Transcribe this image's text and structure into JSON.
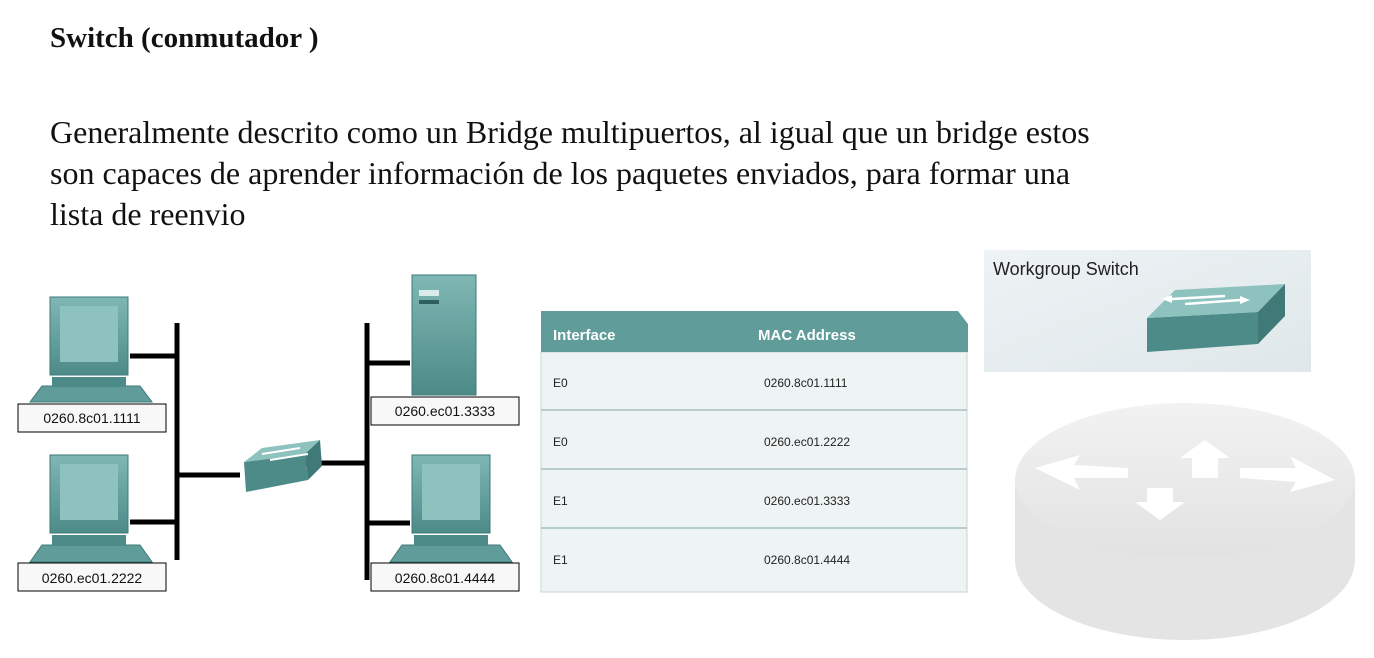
{
  "slide": {
    "title": "Switch (conmutador )",
    "description_lines": [
      "Generalmente descrito como un Bridge multipuertos, al igual que un bridge  estos",
      "son capaces de aprender información de los paquetes enviados, para formar una",
      "lista de reenvio"
    ]
  },
  "hosts": [
    {
      "mac": "0260.8c01.1111",
      "type": "pc"
    },
    {
      "mac": "0260.ec01.2222",
      "type": "pc"
    },
    {
      "mac": "0260.ec01.3333",
      "type": "server"
    },
    {
      "mac": "0260.8c01.4444",
      "type": "pc"
    }
  ],
  "mac_table": {
    "headers": [
      "Interface",
      "MAC Address"
    ],
    "rows": [
      [
        "E0",
        "0260.8c01.1111"
      ],
      [
        "E0",
        "0260.ec01.2222"
      ],
      [
        "E1",
        "0260.ec01.3333"
      ],
      [
        "E1",
        "0260.8c01.4444"
      ]
    ]
  },
  "workgroup_switch": {
    "label": "Workgroup Switch"
  },
  "colors": {
    "teal": "#5f9c9a",
    "teal_dark": "#3f7a78",
    "table_bg": "#eef3f3",
    "router": "#e8e8e8"
  }
}
